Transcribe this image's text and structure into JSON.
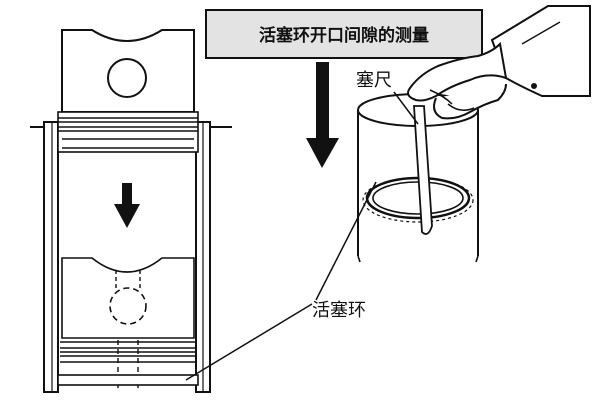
{
  "title": "活塞环开口间隙的测量",
  "labels": {
    "feeler_gauge": "塞尺",
    "piston_ring": "活塞环"
  }
}
